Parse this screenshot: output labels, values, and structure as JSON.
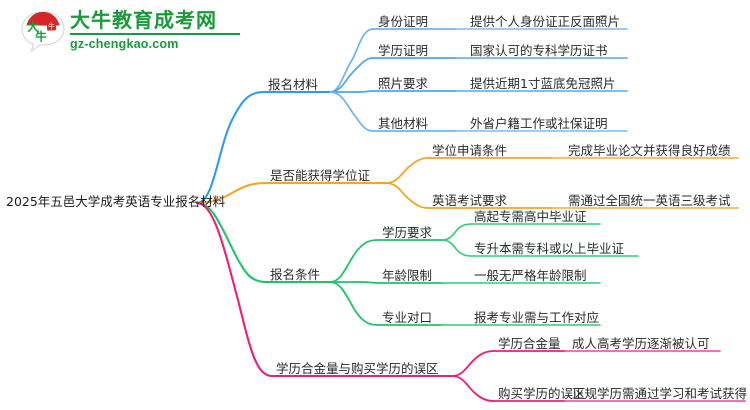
{
  "logo": {
    "name": "大牛教育成考网",
    "url": "gz-chengkao.com",
    "mark_text": "大牛",
    "brand_green": "#1a9a3c",
    "brand_red": "#d6262a"
  },
  "mindmap": {
    "root": {
      "label": "2025年五邑大学成考英语专业报名材料"
    },
    "branches": [
      {
        "label": "报名材料",
        "color": "#2b9cf0",
        "children": [
          {
            "label": "身份证明",
            "children": [
              {
                "label": "提供个人身份证正反面照片"
              }
            ]
          },
          {
            "label": "学历证明",
            "children": [
              {
                "label": "国家认可的专科学历证书"
              }
            ]
          },
          {
            "label": "照片要求",
            "children": [
              {
                "label": "提供近期1寸蓝底免冠照片"
              }
            ]
          },
          {
            "label": "其他材料",
            "children": [
              {
                "label": "外省户籍工作或社保证明"
              }
            ]
          }
        ]
      },
      {
        "label": "是否能获得学位证",
        "color": "#f2a626",
        "children": [
          {
            "label": "学位申请条件",
            "children": [
              {
                "label": "完成毕业论文并获得良好成绩"
              }
            ]
          },
          {
            "label": "英语考试要求",
            "children": [
              {
                "label": "需通过全国统一英语三级考试"
              }
            ]
          }
        ]
      },
      {
        "label": "报名条件",
        "color": "#1fc36a",
        "children": [
          {
            "label": "学历要求",
            "children": [
              {
                "label": "高起专需高中毕业证"
              },
              {
                "label": "专升本需专科或以上毕业证"
              }
            ]
          },
          {
            "label": "年龄限制",
            "children": [
              {
                "label": "一般无严格年龄限制"
              }
            ]
          },
          {
            "label": "专业对口",
            "children": [
              {
                "label": "报考专业需与工作对应"
              }
            ]
          }
        ]
      },
      {
        "label": "学历合金量与购买学历的误区",
        "color": "#ec1e79",
        "children": [
          {
            "label": "学历合金量",
            "children": [
              {
                "label": "成人高考学历逐渐被认可"
              }
            ]
          },
          {
            "label": "购买学历的误区",
            "children": [
              {
                "label": "正规学历需通过学习和考试获得"
              }
            ]
          }
        ]
      }
    ]
  }
}
